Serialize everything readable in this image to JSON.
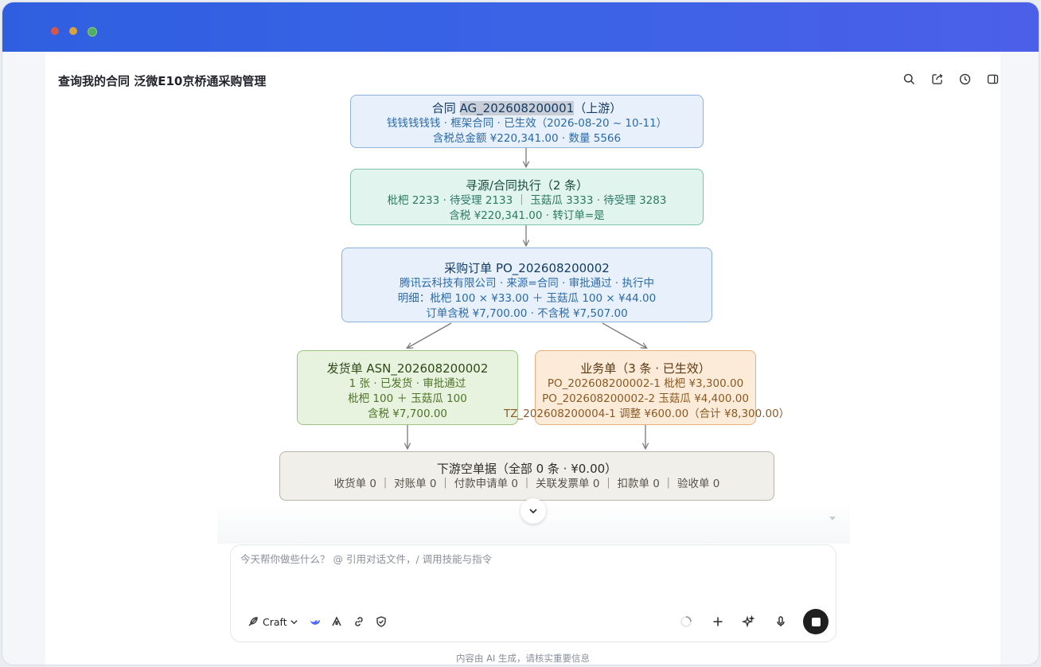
{
  "page": {
    "title": "查询我的合同 泛微E10京桥通采购管理"
  },
  "toolbar_icons": [
    "search-icon",
    "share-icon",
    "history-icon",
    "panel-toggle-icon"
  ],
  "diagram": {
    "contract": {
      "title_prefix": "合同 ",
      "title_code": "AG_202608200001",
      "title_suffix": "（上游）",
      "line1": "钱钱钱钱钱 · 框架合同 · 已生效（2026-08-20 ~ 10-11）",
      "line2": "含税总金额 ¥220,341.00 · 数量 5566"
    },
    "sourcing": {
      "title": "寻源/合同执行（2 条）",
      "line1": "枇杷 2233 · 待受理 2133 ｜ 玉菇瓜 3333 · 待受理 3283",
      "line2": "含税 ¥220,341.00 · 转订单=是"
    },
    "purchase_order": {
      "title": "采购订单 PO_202608200002",
      "line1": "腾讯云科技有限公司 · 来源=合同 · 审批通过 · 执行中",
      "line2": "明细：枇杷 100 × ¥33.00 ＋ 玉菇瓜 100 × ¥44.00",
      "line3": "订单含税 ¥7,700.00 · 不含税 ¥7,507.00"
    },
    "shipment": {
      "title": "发货单 ASN_202608200002",
      "line1": "1 张 · 已发货 · 审批通过",
      "line2": "枇杷 100 ＋ 玉菇瓜 100",
      "line3": "含税 ¥7,700.00"
    },
    "business": {
      "title": "业务单（3 条 · 已生效）",
      "line1": "PO_202608200002-1 枇杷 ¥3,300.00",
      "line2": "PO_202608200002-2 玉菇瓜 ¥4,400.00",
      "line3": "TZ_202608200004-1 调整 ¥600.00（合计 ¥8,300.00）"
    },
    "downstream": {
      "title": "下游空单据（全部 0 条 · ¥0.00）",
      "line1": "收货单 0 ｜ 对账单 0 ｜ 付款申请单 0 ｜ 关联发票单 0 ｜ 扣款单 0 ｜ 验收单 0"
    }
  },
  "composer": {
    "placeholder": "今天帮你做些什么？ @ 引用对话文件，/ 调用技能与指令",
    "mode_label": "Craft"
  },
  "footer": {
    "note": "内容由 AI 生成，请核实重要信息"
  }
}
